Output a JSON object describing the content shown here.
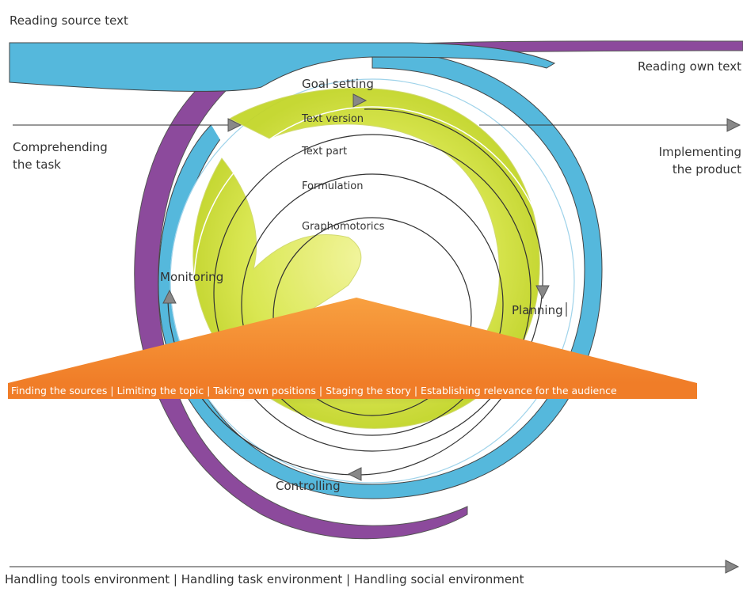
{
  "outer": {
    "reading_source": "Reading source text",
    "reading_own": "Reading own text",
    "comprehending_line1": "Comprehending",
    "comprehending_line2": "the task",
    "implementing_line1": "Implementing",
    "implementing_line2": "the product",
    "bottom_line": "Handling tools environment | Handling task environment | Handling social environment"
  },
  "cycle": {
    "goal_setting": "Goal setting",
    "planning": "Planning",
    "controlling": "Controlling",
    "monitoring": "Monitoring"
  },
  "levels": [
    "Text version",
    "Text part",
    "Formulation",
    "Graphomotorics"
  ],
  "banner": "Finding the sources | Limiting the topic | Taking own positions | Staging the story | Establishing relevance for the audience",
  "colors": {
    "blue_band": "#55b8dc",
    "purple_band": "#8c4a9c",
    "green_spiral": "#d8e64a",
    "orange_triangle": "#f08a1e",
    "banner": "#f07d28"
  }
}
